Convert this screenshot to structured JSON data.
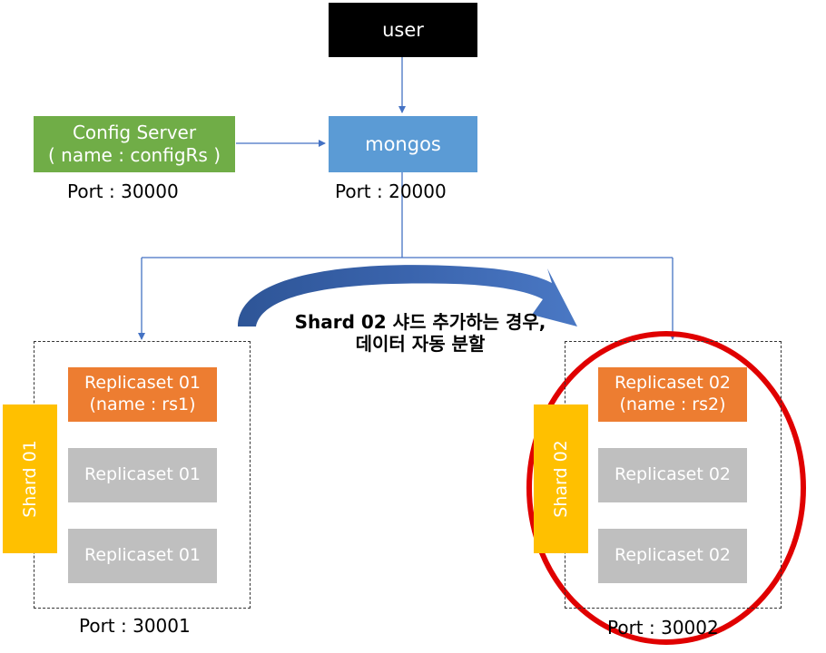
{
  "nodes": {
    "user": {
      "label": "user"
    },
    "mongos": {
      "label": "mongos",
      "port": "Port : 20000"
    },
    "config": {
      "line1": "Config Server",
      "line2": "( name : configRs )",
      "port": "Port : 30000"
    }
  },
  "shards": [
    {
      "label": "Shard 01",
      "port": "Port : 30001",
      "primary": {
        "line1": "Replicaset 01",
        "line2": "(name : rs1)"
      },
      "replicas": [
        "Replicaset 01",
        "Replicaset 01"
      ]
    },
    {
      "label": "Shard 02",
      "port": "Port : 30002",
      "primary": {
        "line1": "Replicaset 02",
        "line2": "(name : rs2)"
      },
      "replicas": [
        "Replicaset 02",
        "Replicaset 02"
      ]
    }
  ],
  "callout": {
    "line1": "Shard 02 샤드 추가하는 경우,",
    "line2": "데이터 자동 분할"
  },
  "colors": {
    "user": "#000000",
    "mongos": "#5b9bd5",
    "config": "#70ad47",
    "primary": "#ed7d31",
    "replica": "#bfbfbf",
    "shard": "#ffc000",
    "connector": "#4472c4",
    "highlight": "#e00000",
    "arrow": "#2e5597"
  }
}
